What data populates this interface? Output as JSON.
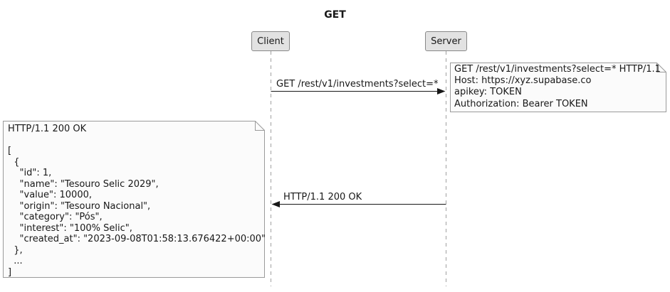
{
  "title": "GET",
  "participants": [
    {
      "name": "Client"
    },
    {
      "name": "Server"
    }
  ],
  "messages": [
    {
      "label": "GET /rest/v1/investments?select=*",
      "direction": "client-to-server"
    },
    {
      "label": "HTTP/1.1 200 OK",
      "direction": "server-to-client"
    }
  ],
  "notes": [
    {
      "position": "right-of-server",
      "lines": [
        "GET /rest/v1/investments?select=* HTTP/1.1",
        "Host: https://xyz.supabase.co",
        "apikey: TOKEN",
        "Authorization: Bearer TOKEN"
      ]
    },
    {
      "position": "left-of-client",
      "lines": [
        "HTTP/1.1 200 OK",
        "",
        "[",
        "  {",
        "    \"id\": 1,",
        "    \"name\": \"Tesouro Selic 2029\",",
        "    \"value\": 10000,",
        "    \"origin\": \"Tesouro Nacional\",",
        "    \"category\": \"Pós\",",
        "    \"interest\": \"100% Selic\",",
        "    \"created_at\": \"2023-09-08T01:58:13.676422+00:00\"",
        "  },",
        "  ...",
        "]"
      ]
    }
  ],
  "colors": {
    "background": "#FFFFFF",
    "participant_fill": "#E2E2E2",
    "participant_border": "#888888",
    "note_fill": "#FBFBFB",
    "note_border": "#9A9A9A",
    "lifeline": "#A0A0A0",
    "arrow": "#181818",
    "text": "#181818"
  }
}
